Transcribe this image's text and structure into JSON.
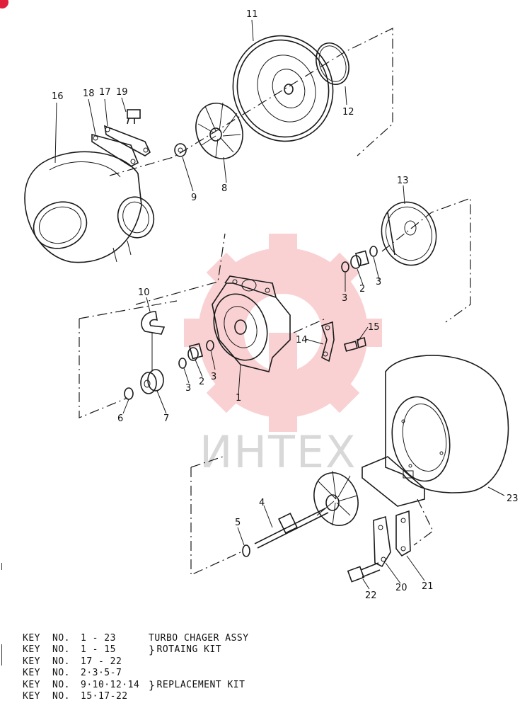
{
  "callouts": {
    "c1": "1",
    "c2a": "2",
    "c2b": "2",
    "c3a": "3",
    "c3b": "3",
    "c3c": "3",
    "c3d": "3",
    "c4": "4",
    "c5": "5",
    "c6": "6",
    "c7": "7",
    "c8": "8",
    "c9": "9",
    "c10": "10",
    "c11": "11",
    "c12": "12",
    "c13": "13",
    "c14": "14",
    "c15": "15",
    "c16": "16",
    "c17": "17",
    "c18": "18",
    "c19": "19",
    "c20": "20",
    "c21": "21",
    "c22": "22",
    "c23": "23"
  },
  "watermark": {
    "text": "ИНТЕХ",
    "color": "#e8323c"
  },
  "legend": {
    "rows": [
      {
        "key": "KEY",
        "no": "NO.",
        "range": "1 - 23",
        "desc": "TURBO CHAGER ASSY"
      },
      {
        "key": "KEY",
        "no": "NO.",
        "range": "1 - 15",
        "desc": "ROTAING KIT"
      },
      {
        "key": "KEY",
        "no": "NO.",
        "range": "17 - 22",
        "desc": ""
      },
      {
        "key": "KEY",
        "no": "NO.",
        "range": "2·3·5-7",
        "desc": ""
      },
      {
        "key": "KEY",
        "no": "NO.",
        "range": "9·10·12·14",
        "desc": "REPLACEMENT KIT"
      },
      {
        "key": "KEY",
        "no": "NO.",
        "range": "15·17-22",
        "desc": ""
      }
    ]
  }
}
